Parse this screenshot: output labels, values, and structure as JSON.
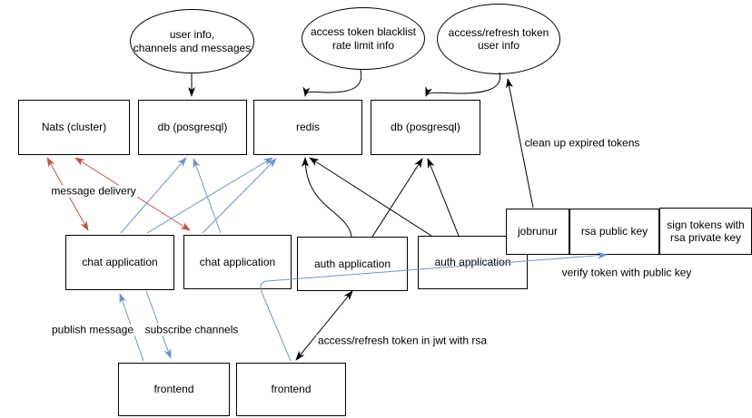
{
  "diagram": {
    "nodes": {
      "nats": "Nats (cluster)",
      "db1": "db (posgresql)",
      "redis": "redis",
      "db2": "db (posgresql)",
      "chat1": "chat application",
      "chat2": "chat application",
      "auth1": "auth application",
      "auth2": "auth application",
      "jobrunur": "jobrunur",
      "rsa_public_key": "rsa public key",
      "sign_tokens": "sign tokens with rsa private key",
      "frontend1": "frontend",
      "frontend2": "frontend"
    },
    "datastores": {
      "user_info": {
        "line1": "user info,",
        "line2": "channels and messages"
      },
      "token_blacklist": {
        "line1": "access token blacklist",
        "line2": "rate limit info"
      },
      "refresh_token": {
        "line1": "access/refresh token",
        "line2": "user info"
      }
    },
    "edge_labels": {
      "message_delivery": "message delivery",
      "clean_up": "clean up expired tokens",
      "verify_token": "verify token with public key",
      "publish_message": "publish message",
      "subscribe_channels": "subscribe channels",
      "jwt_rsa": "access/refresh token in jwt with rsa"
    },
    "colors": {
      "node_fill": "#ffffff",
      "node_border": "#000000",
      "edge_black": "#000000",
      "edge_red": "#b85450",
      "edge_blue": "#7293c8"
    }
  }
}
